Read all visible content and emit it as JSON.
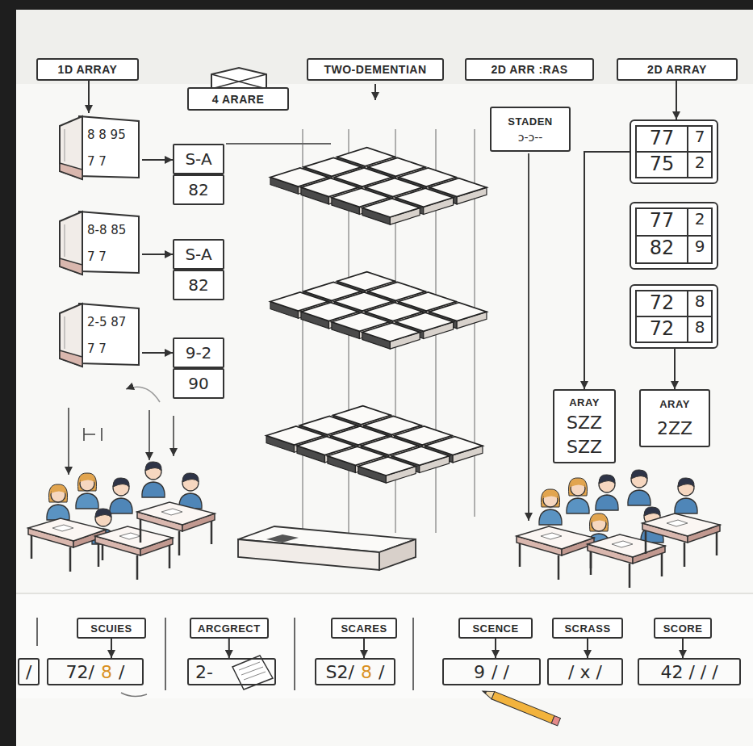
{
  "diagram": {
    "nodes": [
      {
        "text": [
          "1D ARRAY"
        ]
      },
      {
        "text": [
          "4 ARARE"
        ]
      },
      {
        "text": [
          "TWO-DEMENTIAN"
        ]
      },
      {
        "text": [
          "2D ARR :RAS"
        ]
      },
      {
        "text": [
          "2D ARRAY"
        ]
      },
      {
        "text": [
          "8 8 95",
          "7 7"
        ]
      },
      {
        "text": [
          "S-A"
        ]
      },
      {
        "text": [
          "82"
        ]
      },
      {
        "text": [
          "8-8 85",
          "7 7"
        ]
      },
      {
        "text": [
          "S-A"
        ]
      },
      {
        "text": [
          "82"
        ]
      },
      {
        "text": [
          "2-5 87",
          "7 7"
        ]
      },
      {
        "text": [
          "9-2"
        ]
      },
      {
        "text": [
          "90"
        ]
      },
      {
        "text": [
          "STADEN",
          "ɔ-ɔ--"
        ]
      },
      {
        "text": [
          "77",
          "7",
          "75",
          "2"
        ]
      },
      {
        "text": [
          "77",
          "2",
          "82",
          "9"
        ]
      },
      {
        "text": [
          "72",
          "8",
          "72",
          "8"
        ]
      },
      {
        "text": [
          "ARAY",
          "SZZ",
          "SZZ"
        ]
      },
      {
        "text": [
          "ARAY",
          "2ZZ"
        ]
      },
      {
        "text": [
          "/"
        ]
      },
      {
        "text": [
          "SCUIES"
        ]
      },
      {
        "text": [
          "72/",
          "8",
          "/"
        ]
      },
      {
        "text": [
          "ARCGRECT"
        ]
      },
      {
        "text": [
          "2-"
        ]
      },
      {
        "text": [
          "SCARES"
        ]
      },
      {
        "text": [
          "S2/",
          "8",
          "/"
        ]
      },
      {
        "text": [
          "SCENCE"
        ]
      },
      {
        "text": [
          "9",
          "/ /"
        ]
      },
      {
        "text": [
          "SCRASS"
        ]
      },
      {
        "text": [
          "/ x /"
        ]
      },
      {
        "text": [
          "SCORE"
        ]
      },
      {
        "text": [
          "42 / / /"
        ]
      }
    ],
    "edges": [
      {
        "from": 0,
        "to": 5,
        "arrow": "to"
      },
      {
        "from": 4,
        "to": 15,
        "arrow": "to"
      },
      {
        "from": 5,
        "to": 6,
        "arrow": "to"
      },
      {
        "from": 8,
        "to": 9,
        "arrow": "to"
      },
      {
        "from": 11,
        "to": 12,
        "arrow": "to"
      },
      {
        "from": 15,
        "to": 18,
        "arrow": "to"
      },
      {
        "from": 17,
        "to": 19,
        "arrow": "to"
      },
      {
        "from": 21,
        "to": 22,
        "arrow": "to"
      },
      {
        "from": 23,
        "to": 24,
        "arrow": "to"
      },
      {
        "from": 25,
        "to": 26,
        "arrow": "to"
      },
      {
        "from": 27,
        "to": 28,
        "arrow": "to"
      },
      {
        "from": 29,
        "to": 30,
        "arrow": "to"
      },
      {
        "from": 31,
        "to": 32,
        "arrow": "to"
      }
    ]
  }
}
